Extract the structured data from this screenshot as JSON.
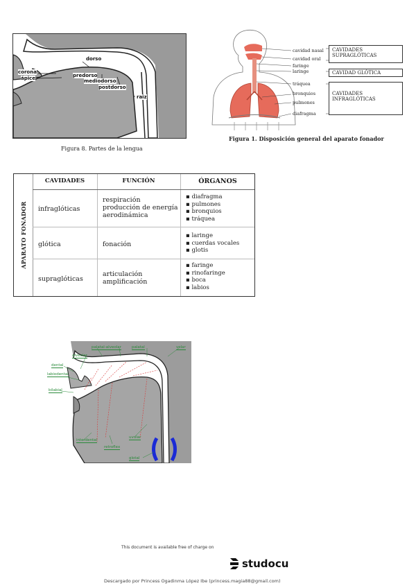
{
  "figure8": {
    "labels": {
      "dorso": "dorso",
      "corona": "corona",
      "apice": "ápice",
      "predorso": "predorso",
      "mediodorso": "mediodorso",
      "postdorso": "postdorso",
      "raiz": "raiz"
    },
    "caption": "Figura 8. Partes de la lengua"
  },
  "figure1": {
    "labels": {
      "cavidad_nasal": "cavidad nasal",
      "cavidad_oral": "cavidad oral",
      "faringe": "faringe",
      "laringe": "laringe",
      "traquea": "tráquea",
      "bronquios": "bronquios",
      "pulmones": "pulmones",
      "diafragma": "diafragma"
    },
    "boxes": {
      "supraglotica_1": "CAVIDADES",
      "supraglotica_2": "SUPRAGLÓTICAS",
      "glotica": "CAVIDAD GLÓTICA",
      "infraglotica_1": "CAVIDADES",
      "infraglotica_2": "INFRAGLÓTICAS"
    },
    "caption": "Figura 1. Disposición general del aparato fonador"
  },
  "table": {
    "side_label": "APARATO FONADOR",
    "headers": [
      "CAVIDADES",
      "FUNCIÓN",
      "ÓRGANOS"
    ],
    "rows": [
      {
        "cavidad": "infraglóticas",
        "funcion": [
          "respiración",
          "producción de energía",
          "aerodinámica"
        ],
        "organos": [
          "▪ diafragma",
          "▪ pulmones",
          "▪ bronquios",
          "▪ tráquea"
        ]
      },
      {
        "cavidad": "glótica",
        "funcion": [
          "fonación"
        ],
        "organos": [
          "▪ laringe",
          "▪ cuerdas vocales",
          "▪ glotis"
        ]
      },
      {
        "cavidad": "supraglóticas",
        "funcion": [
          "articulación",
          "amplificación"
        ],
        "organos": [
          "▪ faringe",
          "▪ rinofaringe",
          "▪ boca",
          "▪ labios"
        ]
      }
    ]
  },
  "figure3": {
    "labels": {
      "paladar_alveolar": "palatal-alveolar",
      "palatal": "palatal",
      "velar": "velar",
      "alveolar": "alveolar",
      "dental": "dental",
      "labiodental": "labiodental",
      "bilabial": "bilabial",
      "interdental": "interdental",
      "retroflex": "retroflex",
      "uvular": "uvular",
      "glotal": "glotal"
    }
  },
  "footer": {
    "available": "This document is available free of charge on",
    "brand": "studocu",
    "downloaded": "Descargado por Princess Ogadinma López Ibe (princess.magia88@gmail.com)"
  }
}
